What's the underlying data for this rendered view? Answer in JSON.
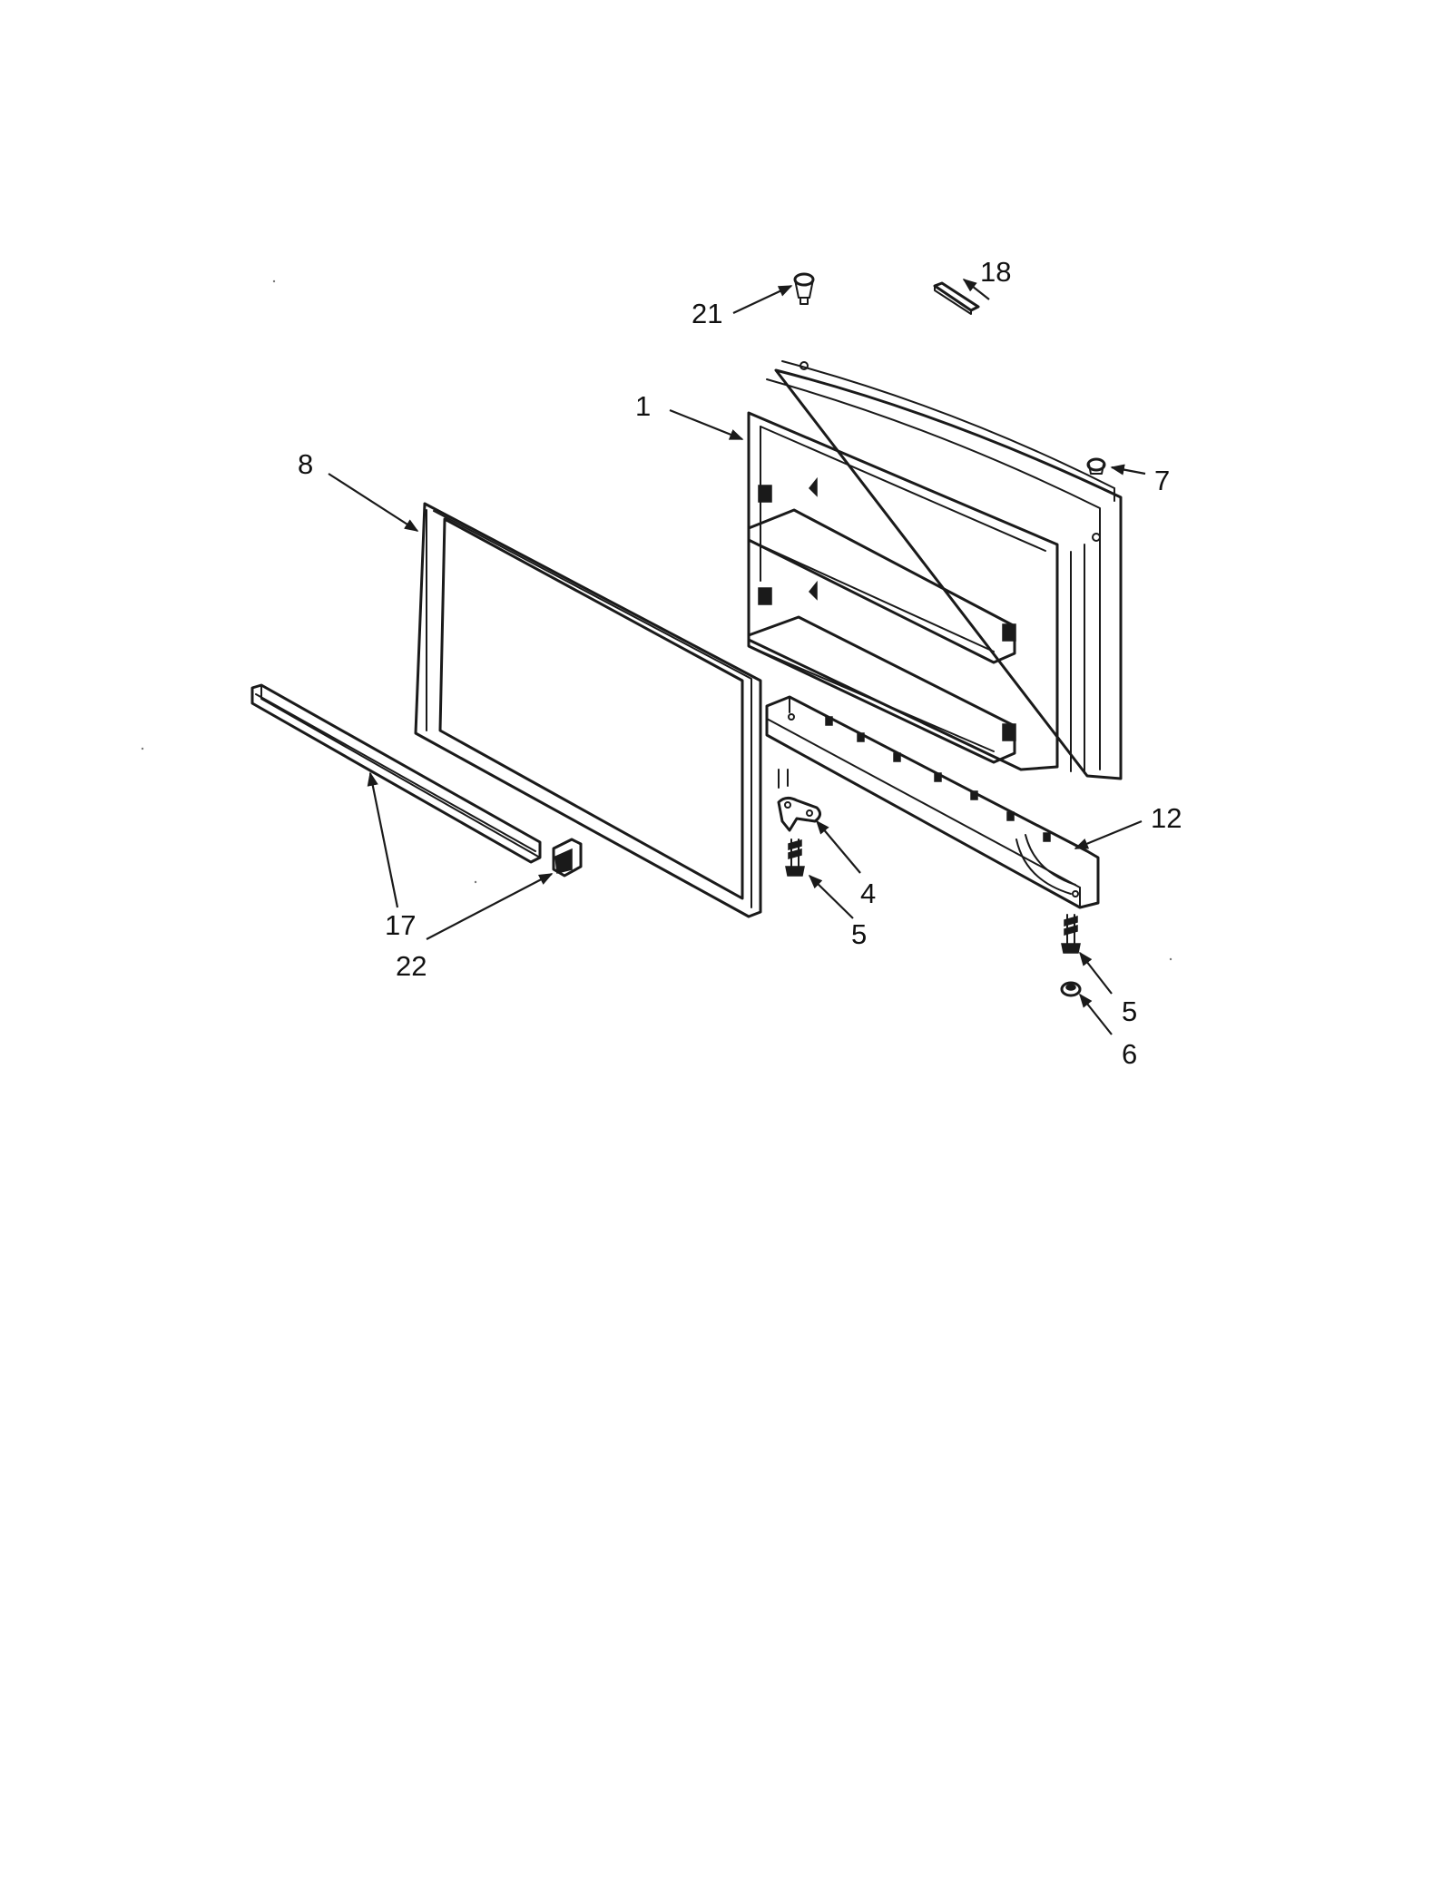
{
  "callouts": {
    "door": "1",
    "hinge": "4",
    "screw_hinge": "5",
    "screw_handle": "5",
    "washer": "6",
    "plug": "7",
    "gasket": "8",
    "handle_trim": "12",
    "trim_strip": "17",
    "nameplate": "18",
    "door_stop": "21",
    "end_cap": "22"
  },
  "colors": {
    "line": "#1a1a1a",
    "background": "#ffffff"
  }
}
